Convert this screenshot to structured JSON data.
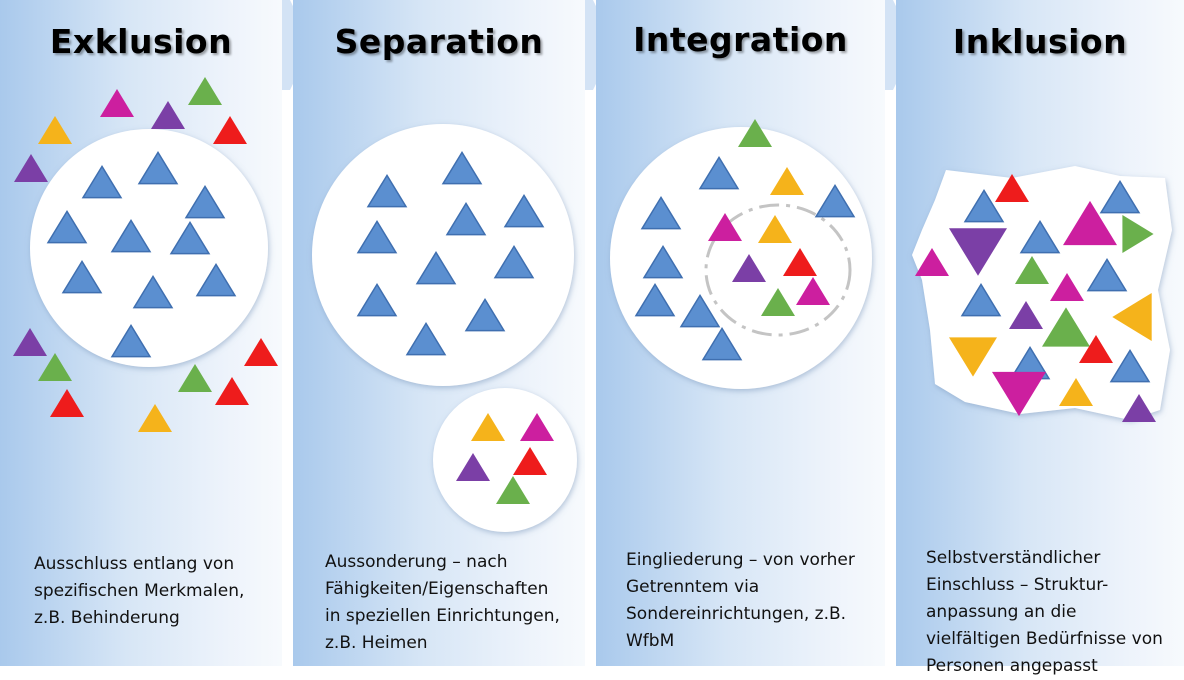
{
  "stages": [
    {
      "title": "Exklusion",
      "description": "Ausschluss entlang von\nspezifischen Merkmalen,\nz.B. Behinderung"
    },
    {
      "title": "Separation",
      "description": "Aussonderung – nach\nFähigkeiten/Eigenschaften\nin speziellen Einrichtungen,\nz.B. Heimen"
    },
    {
      "title": "Integration",
      "description": "Eingliederung – von vorher\nGetrenntem via\nSondereinrichtungen, z.B.\nWfbM"
    },
    {
      "title": "Inklusion",
      "description": "Selbstverständlicher\nEinschluss – Struktur-\nanpassung an die\nvielfältigen Bedürfnisse von\nPersonen angepasst"
    }
  ],
  "colors": {
    "blue": "#5b8fd0",
    "green": "#6ab04c",
    "red": "#ee1c1c",
    "purple": "#7b3fa6",
    "magenta": "#cc1f9f",
    "yellow": "#f5b31b",
    "panel_start": "#a9c9ec",
    "panel_end": "#f7fafd"
  }
}
